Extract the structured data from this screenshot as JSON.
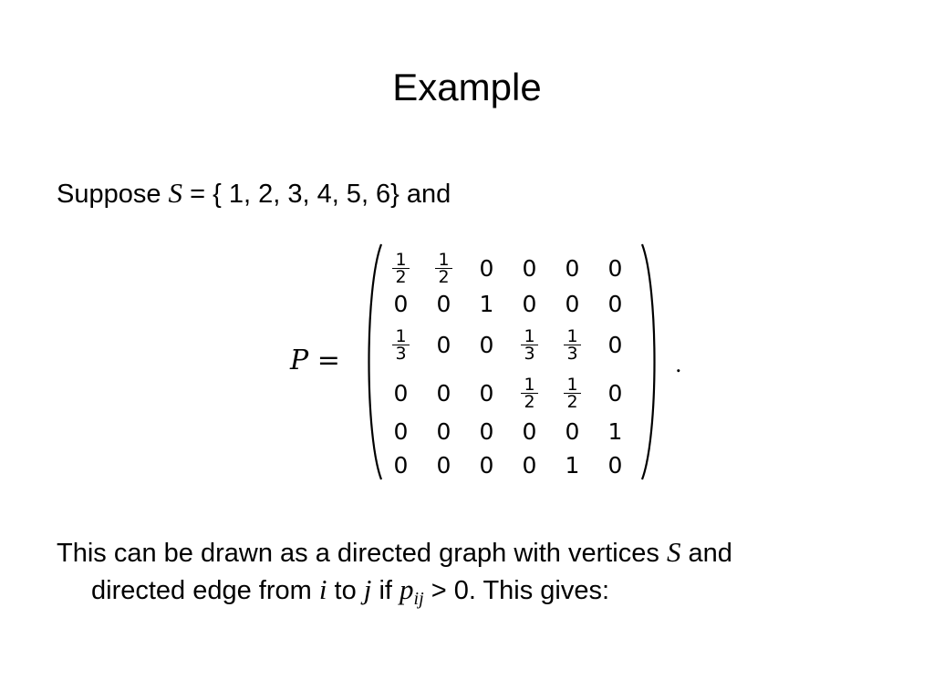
{
  "slide": {
    "title": "Example",
    "para1": {
      "prefix": "Suppose ",
      "var_s": "S",
      "suffix": " = { 1, 2, 3, 4, 5, 6} and"
    },
    "matrix": {
      "lhs_var": "P",
      "lhs_eq": " =",
      "trailing": ".",
      "rows": [
        [
          "1/2",
          "1/2",
          "0",
          "0",
          "0",
          "0"
        ],
        [
          "0",
          "0",
          "1",
          "0",
          "0",
          "0"
        ],
        [
          "1/3",
          "0",
          "0",
          "1/3",
          "1/3",
          "0"
        ],
        [
          "0",
          "0",
          "0",
          "1/2",
          "1/2",
          "0"
        ],
        [
          "0",
          "0",
          "0",
          "0",
          "0",
          "1"
        ],
        [
          "0",
          "0",
          "0",
          "0",
          "1",
          "0"
        ]
      ]
    },
    "para2": {
      "line1_text": "This can be drawn as a directed graph with vertices ",
      "line1_var": "S",
      "line1_end": " and",
      "line2_text1": "directed edge from ",
      "var_i": "i",
      "line2_text2": " to ",
      "var_j": "j",
      "line2_text3": " if ",
      "var_p": "p",
      "sub_ij": "ij",
      "line2_text4": " > 0. This gives:"
    }
  }
}
